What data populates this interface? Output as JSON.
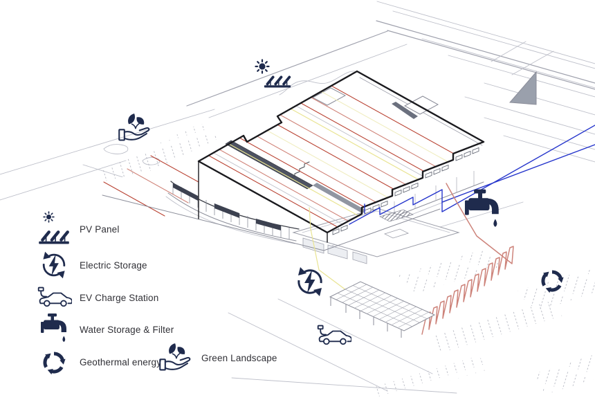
{
  "legend": {
    "items": [
      {
        "id": "pv-panel",
        "label": "PV Panel",
        "icon": "sun-and-pv-panel-icon"
      },
      {
        "id": "electric-storage",
        "label": "Electric Storage",
        "icon": "electric-storage-icon"
      },
      {
        "id": "ev-charge-station",
        "label": "EV Charge Station",
        "icon": "ev-charge-station-icon"
      },
      {
        "id": "water-storage-filter",
        "label": "Water Storage & Filter",
        "icon": "water-tap-icon"
      },
      {
        "id": "geothermal-energy",
        "label": "Geothermal energy",
        "icon": "geothermal-recycle-icon"
      },
      {
        "id": "green-landscape",
        "label": "Green Landscape",
        "icon": "green-landscape-icon"
      }
    ]
  },
  "diagram": {
    "type": "axonometric-architecture-sustainability-diagram",
    "markers": [
      {
        "icon": "sun-icon"
      },
      {
        "icon": "pv-panel-icon"
      },
      {
        "icon": "green-landscape-icon"
      },
      {
        "icon": "water-tap-icon"
      },
      {
        "icon": "electric-storage-icon"
      },
      {
        "icon": "ev-car-icon"
      },
      {
        "icon": "geothermal-recycle-icon"
      }
    ]
  },
  "colors": {
    "canvas_white": "#ffffff",
    "icon_navy": "#1f2b4d",
    "text_dark": "#303036",
    "outline_black": "#1a1a1e",
    "heat_red": "#b94333",
    "heat_salmon": "#d08378",
    "coil_salmon": "#cd837a",
    "pv_yellow": "#e9e492",
    "pale_yellow": "#f0edc0",
    "water_blue": "#2636cc",
    "site_gray": "#bdbfc9",
    "road_gray": "#9fa1ad",
    "detail_gray": "#8b8d99",
    "wall_dark": "#4d5261",
    "glass_dark": "#3c4150"
  }
}
